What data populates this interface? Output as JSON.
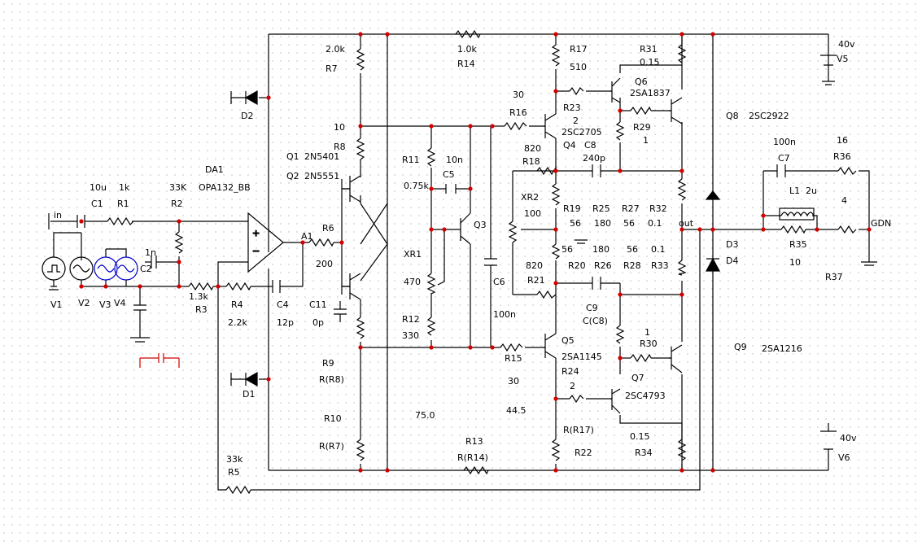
{
  "colors": {
    "wire": "#000000",
    "node": "#d40000",
    "grid": "#8a8a8a",
    "ac_source": "#0000cc",
    "green_label": "#008000",
    "probe": "#cc0000",
    "background": "#ffffff"
  },
  "labels": {
    "in": "in",
    "out": "out",
    "gdn": "GDN",
    "a1": "A1",
    "da1": "DA1",
    "da1_model": "OPA132_BB",
    "c1": "C1",
    "c1_val": "10u",
    "r1": "R1",
    "r1_val": "1k",
    "r2": "R2",
    "r2_val": "33K",
    "c2": "C2",
    "c2_val": "1n",
    "r3": "R3",
    "r3_val": "1.3k",
    "r4": "R4",
    "r4_val": "2.2k",
    "c4": "C4",
    "c4_val": "12p",
    "c11": "C11",
    "c11_val": "0p",
    "r5": "R5",
    "r5_val": "33k",
    "r6": "R6",
    "r6_val": "200",
    "v1": "V1",
    "v2": "V2",
    "v3": "V3",
    "v4": "V4",
    "d1": "D1",
    "d2": "D2",
    "r7": "R7",
    "r7_val": "2.0k",
    "r8": "R8",
    "r8_val": "10",
    "q1": "Q1",
    "q1_model": "2N5401",
    "q2": "Q2",
    "q2_model": "2N5551",
    "r9": "R9",
    "r9_val": "R(R8)",
    "r10": "R10",
    "r10_val": "R(R7)",
    "r11": "R11",
    "r11_val": "0.75k",
    "c5": "C5",
    "c5_val": "10n",
    "xr1": "XR1",
    "xr1_val": "470",
    "r12": "R12",
    "r12_val": "330",
    "q3": "Q3",
    "c6": "C6",
    "c6_val": "100n",
    "r13": "R13",
    "r13_val": "R(R14)",
    "r14": "R14",
    "r14_val": "1.0k",
    "val_75": "75.0",
    "val_44": "44.5",
    "r15": "R15",
    "r15_val": "30",
    "r16": "R16",
    "r16_val": "30",
    "r17": "R17",
    "r17_val": "510",
    "r18": "R18",
    "r18_val": "820",
    "xr2": "XR2",
    "xr2_val": "100",
    "r19": "R19",
    "r19_val": "56",
    "r20": "R20",
    "r20_val": "56",
    "r21": "R21",
    "r21_val": "820",
    "r22": "R22",
    "r22_val": "R(R17)",
    "r23": "R23",
    "r23_val": "2",
    "r24": "R24",
    "r24_val": "2",
    "r25": "R25",
    "r25_val": "180",
    "r26": "R26",
    "r26_val": "180",
    "r27": "R27",
    "r27_val": "56",
    "r28": "R28",
    "r28_val": "56",
    "r29": "R29",
    "r29_val": "1",
    "r30": "R30",
    "r30_val": "1",
    "r31": "R31",
    "r31_val": "0.15",
    "r32": "R32",
    "r32_val": "0.1",
    "r33": "R33",
    "r33_val": "0.1",
    "r34": "R34",
    "r34_val": "0.15",
    "q4": "Q4",
    "q4_model": "2SC2705",
    "q5": "Q5",
    "q5_model": "2SA1145",
    "q6": "Q6",
    "q6_model": "2SA1837",
    "q7": "Q7",
    "q7_model": "2SC4793",
    "q8": "Q8",
    "q8_model": "2SC2922",
    "q9": "Q9",
    "q9_model": "2SA1216",
    "c8": "C8",
    "c8_val": "240p",
    "c9": "C9",
    "c9_val": "C(C8)",
    "d3": "D3",
    "d4": "D4",
    "c7": "C7",
    "c7_val": "100n",
    "r36": "R36",
    "r36_val": "16",
    "l1": "L1",
    "l1_val": "2u",
    "r35": "R35",
    "r35_val": "10",
    "val_4": "4",
    "r37": "R37",
    "v5": "V5",
    "v5_val": "40v",
    "v6": "V6",
    "v6_val": "40v"
  }
}
